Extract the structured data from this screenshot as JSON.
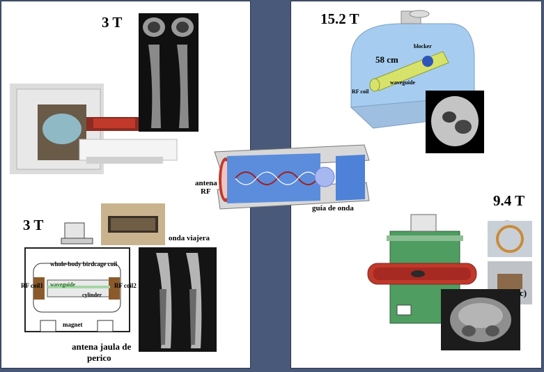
{
  "field_labels": {
    "top_left": "3 T",
    "bottom_left": "3 T",
    "top_right": "15.2 T",
    "bottom_right": "9.4 T"
  },
  "center": {
    "antenna_line1": "antena",
    "antenna_line2": "RF",
    "waveguide": "guía de onda"
  },
  "bottom_left": {
    "traveling_wave": "onda viajera",
    "birdcage_line1": "antena jaula de",
    "birdcage_line2": "perico",
    "schematic": {
      "whole_body": "whole-body birdcage coil",
      "rf_coil1": "RF coil1",
      "rf_coil2": "RF coil2",
      "waveguide": "waveguide",
      "cylinder": "cylinder",
      "magnet": "magnet"
    }
  },
  "top_right": {
    "distance": "58 cm",
    "blocker": "blocker",
    "rf_coil": "RF coil",
    "waveguide": "waveguide"
  },
  "bottom_right": {
    "panel_letter": "c)"
  },
  "colors": {
    "background": "#49597a",
    "panel": "#ffffff",
    "coil_red": "#c0392b",
    "wave_blue": "#4a78c8"
  }
}
